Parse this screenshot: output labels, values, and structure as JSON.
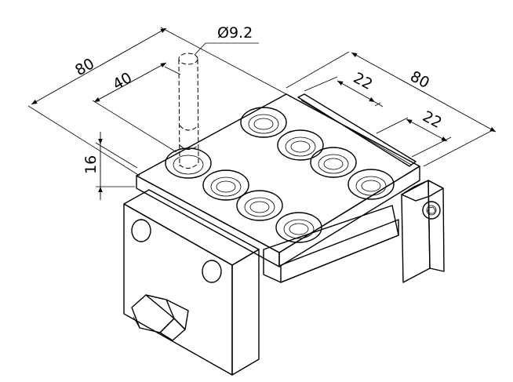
{
  "dimensions": {
    "diameter": "Ø9.2",
    "width_total": "80",
    "width_half": "40",
    "height": "16",
    "depth_total": "80",
    "spacing_a": "22",
    "spacing_b": "22"
  },
  "colors": {
    "line": "#000000",
    "top_face": "#e9e9e9",
    "side_face": "#cdcdcd",
    "dark_face": "#b4b4b4",
    "background": "#ffffff"
  }
}
